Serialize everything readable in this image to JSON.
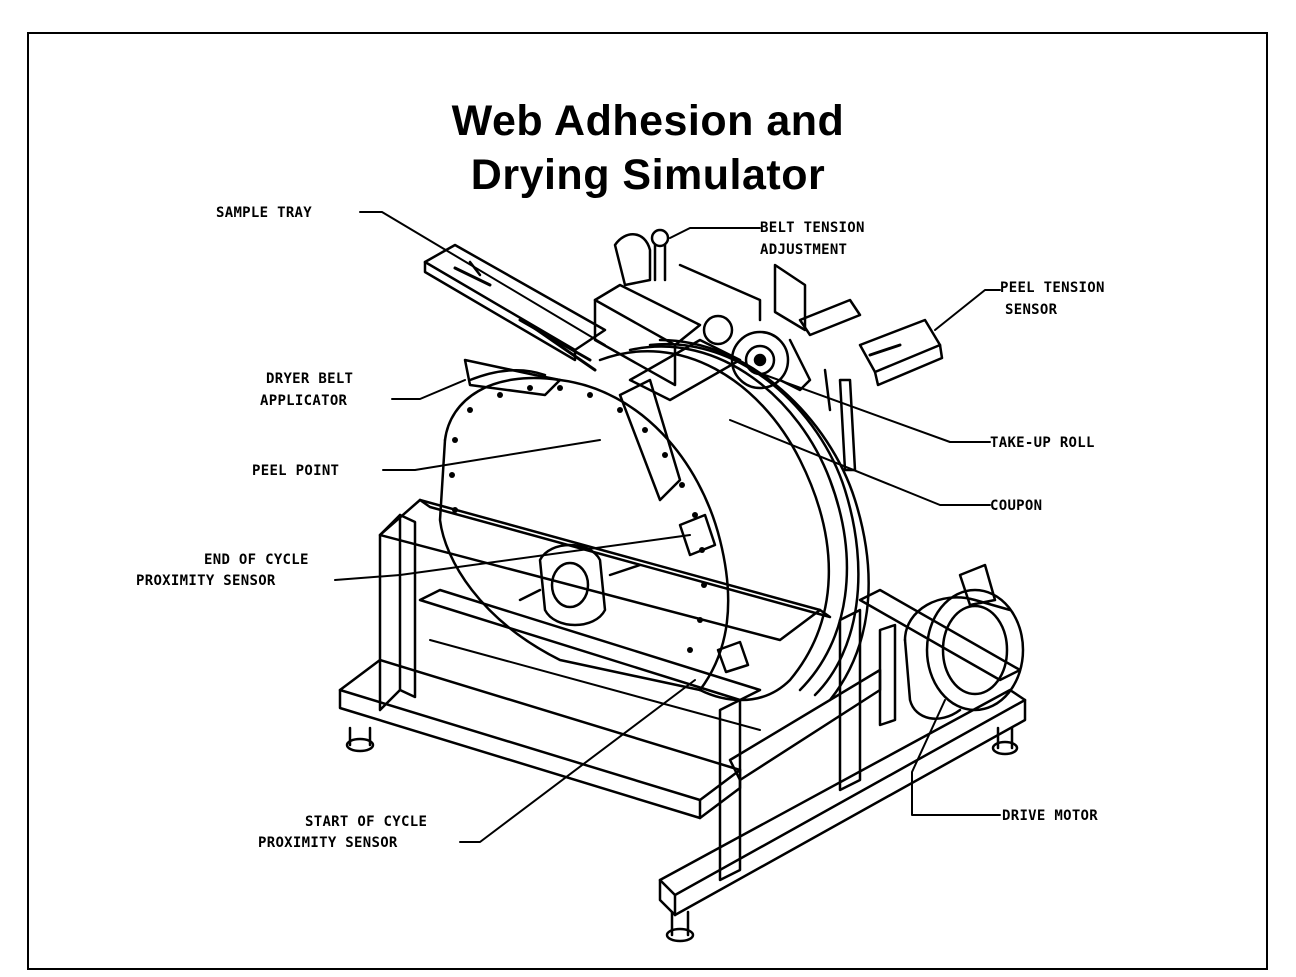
{
  "title": {
    "line1": "Web Adhesion and",
    "line2": "Drying Simulator"
  },
  "labels": {
    "sample_tray": "SAMPLE TRAY",
    "belt_tension_1": "BELT TENSION",
    "belt_tension_2": "ADJUSTMENT",
    "peel_tension_1": "PEEL TENSION",
    "peel_tension_2": "SENSOR",
    "dryer_belt_1": "DRYER BELT",
    "dryer_belt_2": "APPLICATOR",
    "take_up_roll": "TAKE-UP ROLL",
    "peel_point": "PEEL POINT",
    "coupon": "COUPON",
    "end_cycle_1": "END OF CYCLE",
    "end_cycle_2": "PROXIMITY SENSOR",
    "start_cycle_1": "START OF CYCLE",
    "start_cycle_2": "PROXIMITY SENSOR",
    "drive_motor": "DRIVE MOTOR"
  }
}
